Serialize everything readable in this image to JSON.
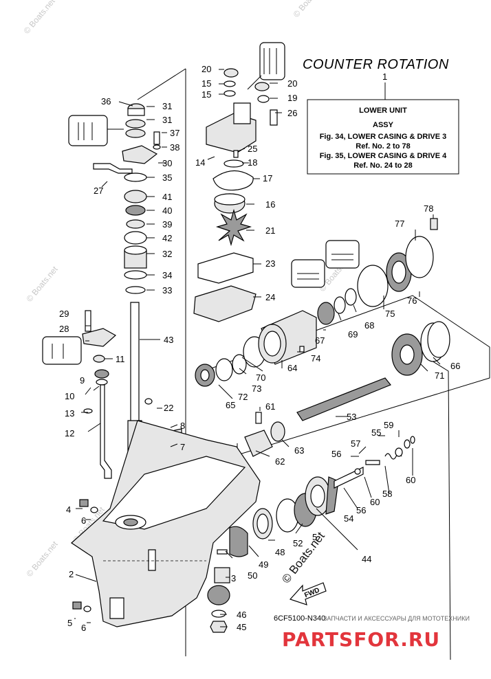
{
  "headline": "COUNTER ROTATION",
  "ref_box": {
    "number": "1",
    "lines": [
      "LOWER UNIT",
      "ASSY",
      "Fig. 34, LOWER CASING & DRIVE 3",
      "Ref. No. 2 to 78",
      "Fig. 35, LOWER CASING & DRIVE 4",
      "Ref. No. 24 to 28"
    ]
  },
  "callouts": [
    {
      "label": "20"
    },
    {
      "label": "15"
    },
    {
      "label": "15"
    },
    {
      "label": "20"
    },
    {
      "label": "19"
    },
    {
      "label": "26"
    },
    {
      "label": "14"
    },
    {
      "label": "25"
    },
    {
      "label": "18"
    },
    {
      "label": "17"
    },
    {
      "label": "16"
    },
    {
      "label": "21"
    },
    {
      "label": "23"
    },
    {
      "label": "24"
    },
    {
      "label": "36"
    },
    {
      "label": "31"
    },
    {
      "label": "31"
    },
    {
      "label": "37"
    },
    {
      "label": "38"
    },
    {
      "label": "30"
    },
    {
      "label": "27"
    },
    {
      "label": "35"
    },
    {
      "label": "41"
    },
    {
      "label": "40"
    },
    {
      "label": "39"
    },
    {
      "label": "42"
    },
    {
      "label": "32"
    },
    {
      "label": "34"
    },
    {
      "label": "33"
    },
    {
      "label": "43"
    },
    {
      "label": "29"
    },
    {
      "label": "28"
    },
    {
      "label": "11"
    },
    {
      "label": "9"
    },
    {
      "label": "10"
    },
    {
      "label": "13"
    },
    {
      "label": "12"
    },
    {
      "label": "22"
    },
    {
      "label": "8"
    },
    {
      "label": "7"
    },
    {
      "label": "4"
    },
    {
      "label": "6"
    },
    {
      "label": "2"
    },
    {
      "label": "5"
    },
    {
      "label": "6"
    },
    {
      "label": "3"
    },
    {
      "label": "50"
    },
    {
      "label": "49"
    },
    {
      "label": "48"
    },
    {
      "label": "52"
    },
    {
      "label": "5"
    },
    {
      "label": "46"
    },
    {
      "label": "45"
    },
    {
      "label": "44"
    },
    {
      "label": "78"
    },
    {
      "label": "77"
    },
    {
      "label": "76"
    },
    {
      "label": "75"
    },
    {
      "label": "68"
    },
    {
      "label": "69"
    },
    {
      "label": "67"
    },
    {
      "label": "64"
    },
    {
      "label": "74"
    },
    {
      "label": "70"
    },
    {
      "label": "73"
    },
    {
      "label": "72"
    },
    {
      "label": "65"
    },
    {
      "label": "66"
    },
    {
      "label": "71"
    },
    {
      "label": "53"
    },
    {
      "label": "61"
    },
    {
      "label": "63"
    },
    {
      "label": "62"
    },
    {
      "label": "59"
    },
    {
      "label": "55"
    },
    {
      "label": "57"
    },
    {
      "label": "56"
    },
    {
      "label": "60"
    },
    {
      "label": "58"
    },
    {
      "label": "60"
    },
    {
      "label": "56"
    },
    {
      "label": "54"
    }
  ],
  "fwd_label": "FWD",
  "drawing_code": "6CF5100-N340",
  "watermark": "© Boats.net",
  "brand_tagline": "ЗАПЧАСТИ И АКСЕССУАРЫ ДЛЯ МОТОТЕХНИКИ",
  "brand_name": "PARTSFOR.RU",
  "colors": {
    "ink": "#000000",
    "brand": "#e2353c",
    "watermark": "#c8c8c8"
  }
}
